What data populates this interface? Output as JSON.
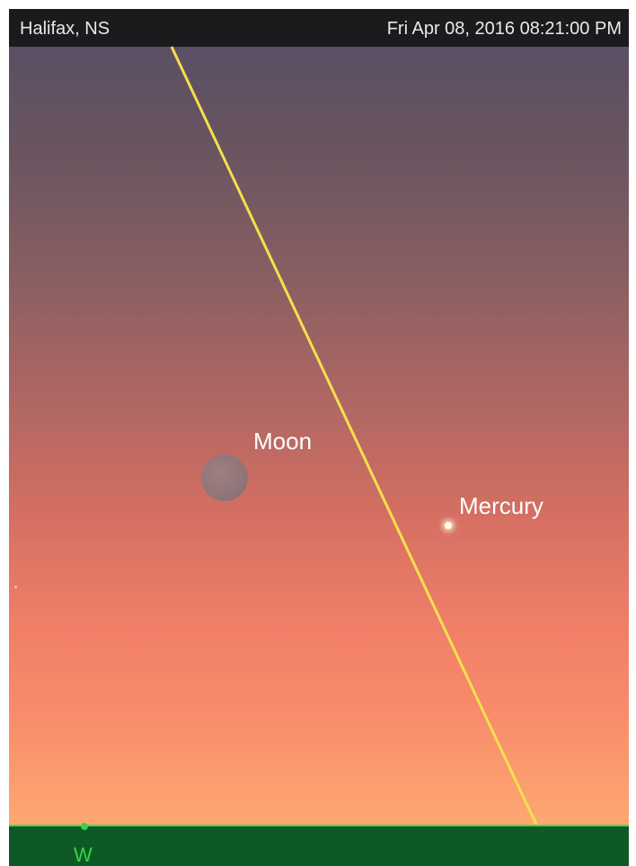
{
  "header": {
    "location": "Halifax, NS",
    "datetime": "Fri Apr 08, 2016  08:21:00 PM"
  },
  "sky": {
    "objects": [
      {
        "label": "Moon"
      },
      {
        "label": "Mercury"
      }
    ]
  },
  "horizon": {
    "compass_label": "W"
  },
  "colors": {
    "header_background": "#1b1b1d",
    "header_text": "#e9e9e9",
    "sky_top": "#5a4f64",
    "sky_bottom": "#fda872",
    "ecliptic_line": "#f4e04d",
    "ground": "#0e5a26",
    "horizon_line": "#44d35a",
    "compass_label": "#39d24a",
    "object_label": "#ffffff"
  }
}
